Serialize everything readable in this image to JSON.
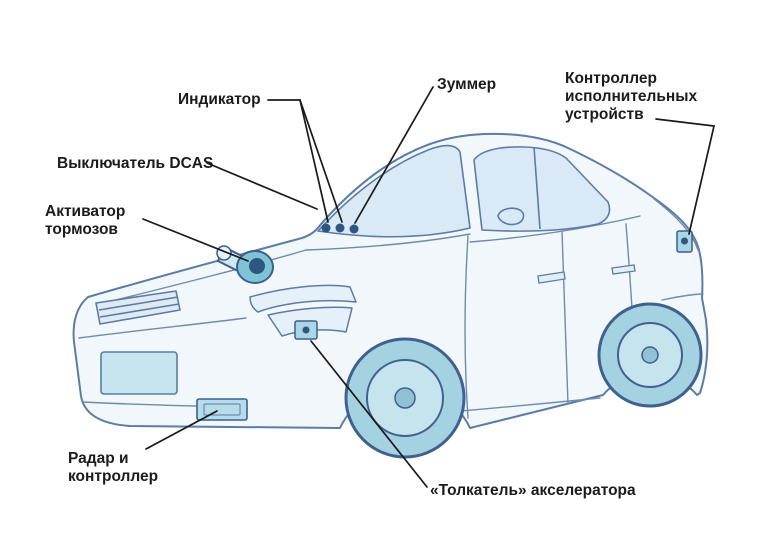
{
  "diagram": {
    "subject": "car-components-schematic",
    "labels": {
      "indicator": "Индикатор",
      "buzzer": "Зуммер",
      "actuator_controller": "Контроллер исполнительных устройств",
      "dcas_switch": "Выключатель DCAS",
      "brake_activator": "Активатор тормозов",
      "radar_controller": "Радар и контроллер",
      "accelerator_pusher": "«Толкатель» акселератора"
    },
    "colors": {
      "outline": "#5b7ca6",
      "body_fill": "#f2f7fb",
      "glass_fill": "#d9e9f5",
      "accent_teal": "#a5d2e0",
      "accent_teal_light": "#c6e4ee",
      "marker_dark": "#2e567f",
      "leader_line": "#1a1a1a",
      "label_text": "#1b1b1b"
    }
  }
}
